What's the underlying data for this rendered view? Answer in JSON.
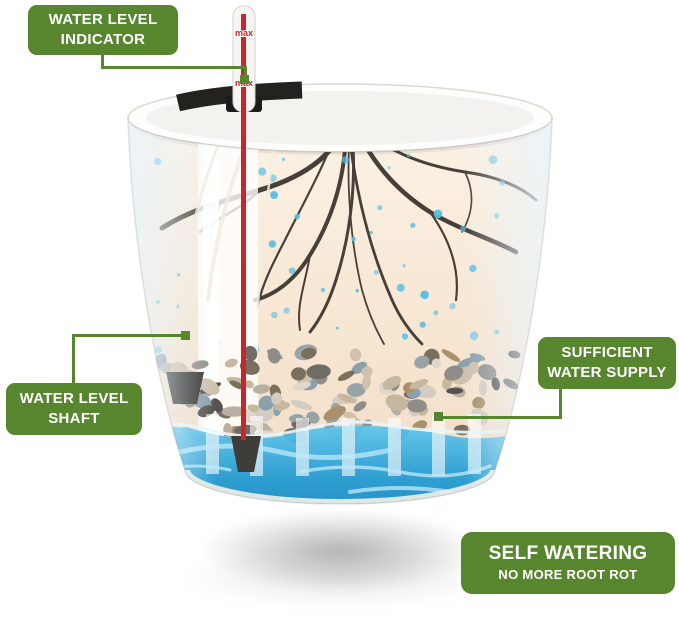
{
  "callouts": {
    "water_level_indicator": {
      "line1": "WATER LEVEL",
      "line2": "INDICATOR"
    },
    "water_level_shaft": {
      "line1": "WATER LEVEL",
      "line2": "SHAFT"
    },
    "sufficient_water_supply": {
      "line1": "SUFFICIENT",
      "line2": "WATER SUPPLY"
    },
    "self_watering": {
      "line1": "SELF WATERING",
      "line2": "NO MORE ROOT ROT"
    }
  },
  "indicator": {
    "max_label": "max"
  },
  "colors": {
    "callout_green": "#57862F",
    "indicator_red": "#c9252b",
    "root_brown": "#474038",
    "moisture_dot_blue": "#5bbfe2",
    "water_blue_light": "#5ec6ee",
    "water_blue": "#1e9ad2",
    "water_blue_deep": "#0e7fba",
    "pot_cream": "#f7e6d2"
  }
}
